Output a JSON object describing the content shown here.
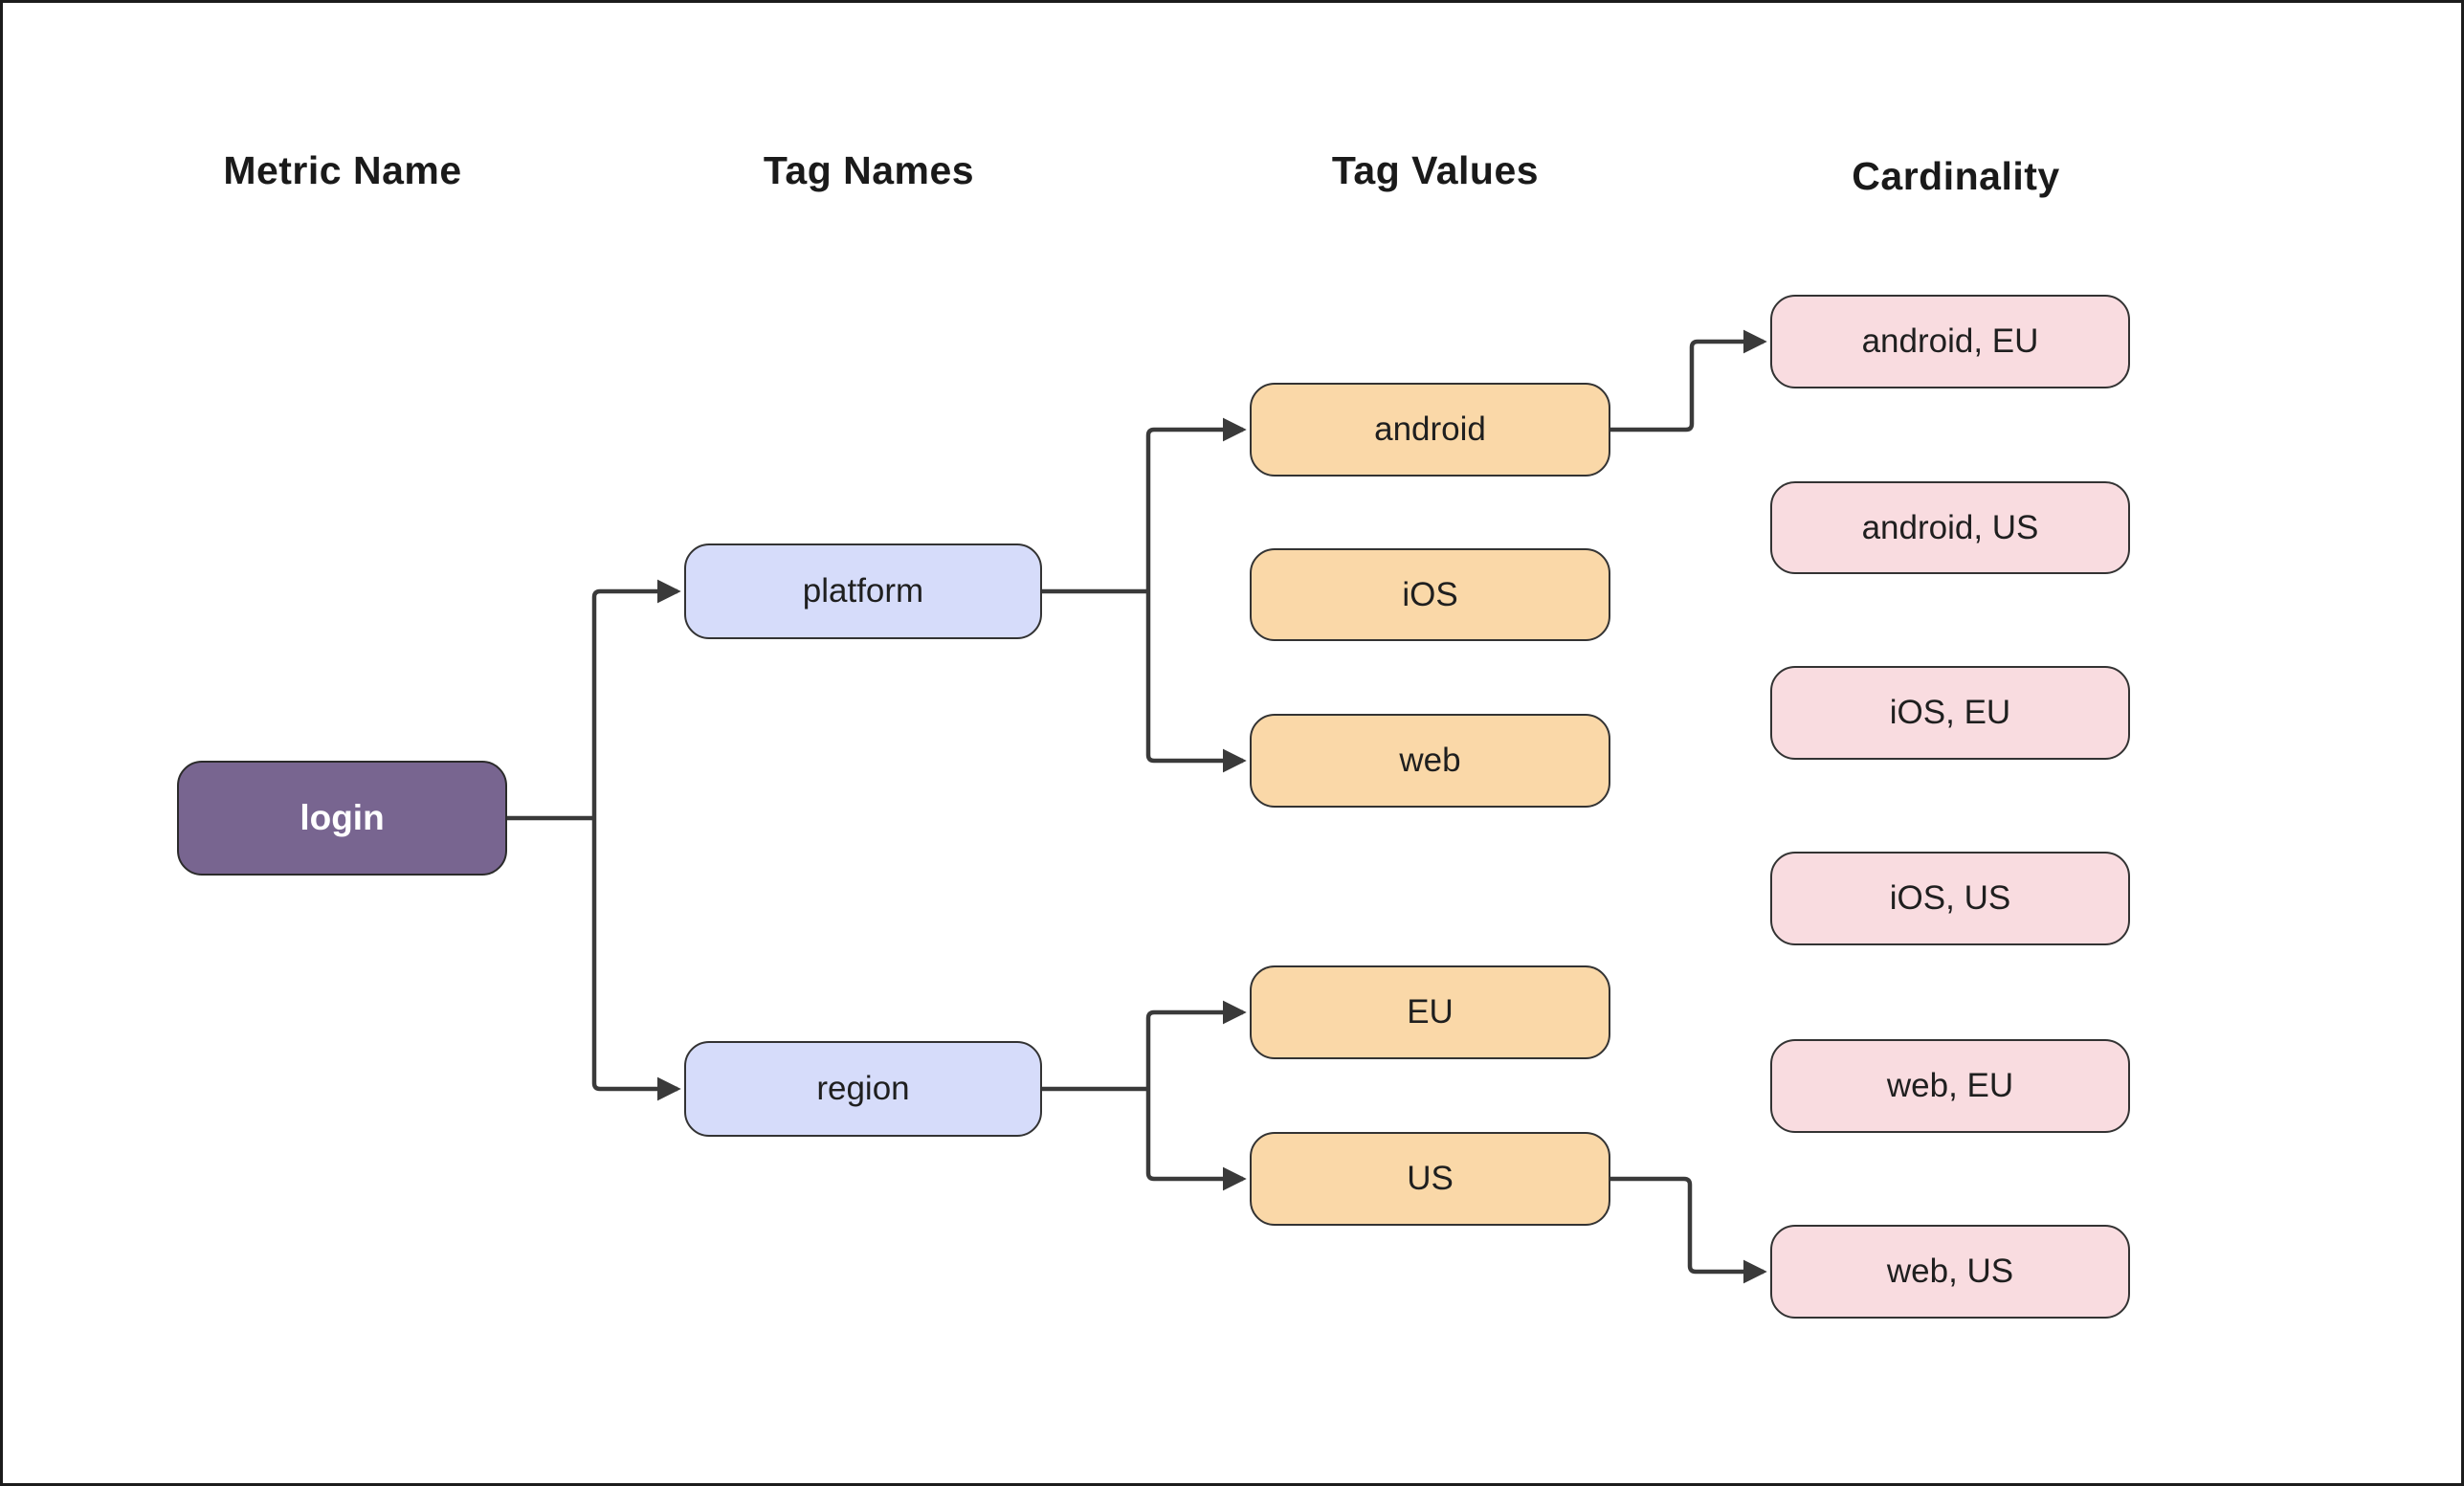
{
  "columns": [
    {
      "label": "Metric Name"
    },
    {
      "label": "Tag Names"
    },
    {
      "label": "Tag Values"
    },
    {
      "label": "Cardinality"
    }
  ],
  "nodes": {
    "login": {
      "label": "login",
      "type": "metric-name"
    },
    "platform": {
      "label": "platform",
      "type": "tag-name"
    },
    "region": {
      "label": "region",
      "type": "tag-name"
    },
    "android": {
      "label": "android",
      "type": "tag-value"
    },
    "ios": {
      "label": "iOS",
      "type": "tag-value"
    },
    "web": {
      "label": "web",
      "type": "tag-value"
    },
    "eu": {
      "label": "EU",
      "type": "tag-value"
    },
    "us": {
      "label": "US",
      "type": "tag-value"
    },
    "android_eu": {
      "label": "android, EU",
      "type": "cardinality"
    },
    "android_us": {
      "label": "android, US",
      "type": "cardinality"
    },
    "ios_eu": {
      "label": "iOS, EU",
      "type": "cardinality"
    },
    "ios_us": {
      "label": "iOS, US",
      "type": "cardinality"
    },
    "web_eu": {
      "label": "web, EU",
      "type": "cardinality"
    },
    "web_us": {
      "label": "web, US",
      "type": "cardinality"
    }
  },
  "edges": [
    {
      "from": "login",
      "to": "platform",
      "arrow": true
    },
    {
      "from": "login",
      "to": "region",
      "arrow": true
    },
    {
      "from": "platform",
      "to": "android",
      "arrow": true
    },
    {
      "from": "platform",
      "to": "web",
      "arrow": true
    },
    {
      "from": "region",
      "to": "eu",
      "arrow": true
    },
    {
      "from": "region",
      "to": "us",
      "arrow": true
    },
    {
      "from": "android",
      "to": "android_eu",
      "arrow": true
    },
    {
      "from": "us",
      "to": "web_us",
      "arrow": true
    }
  ],
  "colors": {
    "metric_fill": "#786590",
    "tag_name_fill": "#d6dcfa",
    "tag_value_fill": "#fad8a8",
    "cardinality_fill": "#f9dce0",
    "line": "#3a3a3a",
    "node_border": "#333333",
    "header_text": "#1a1a1a",
    "background": "#ffffff"
  }
}
